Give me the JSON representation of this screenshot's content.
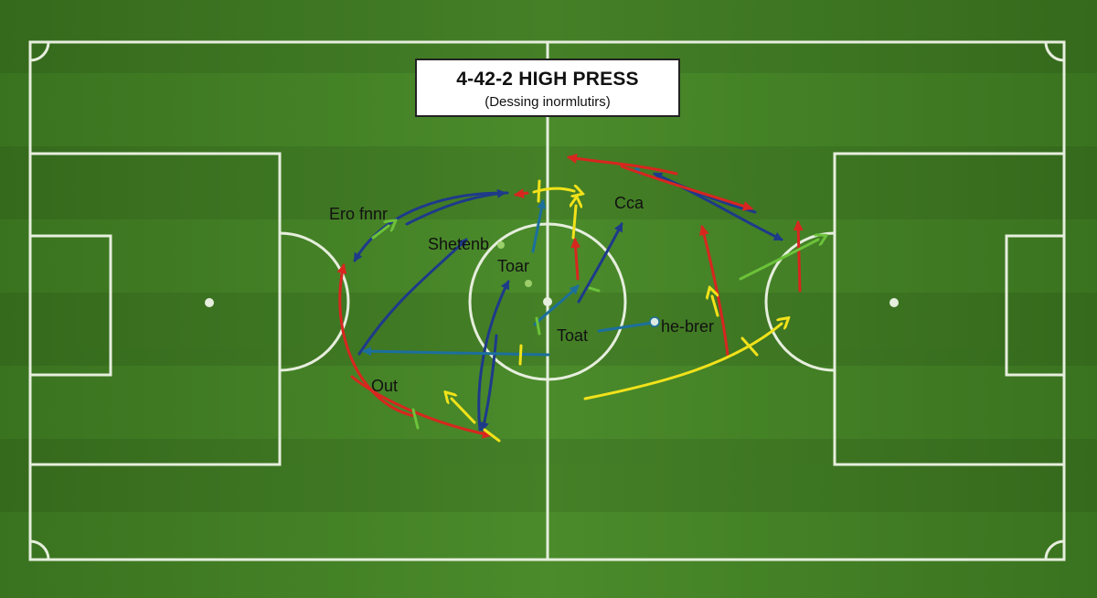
{
  "title": {
    "main": "4-42-2 HIGH PRESS",
    "subtitle": "(Dessing inormlutirs)"
  },
  "labels": {
    "l1": "Ero fnnr",
    "l2": "Shetenb",
    "l3": "Toar",
    "l4": "Cca",
    "l5": "Toat",
    "l6": "he-brer",
    "l7": "Out"
  },
  "colors": {
    "grass_dark": "#3b7420",
    "grass_light": "#4a8a2a",
    "line": "#e6eedd",
    "blue": "#1e3a8a",
    "teal": "#1c6f9c",
    "red": "#d8261f",
    "yellow": "#f2e21a",
    "green": "#6cc23a"
  }
}
